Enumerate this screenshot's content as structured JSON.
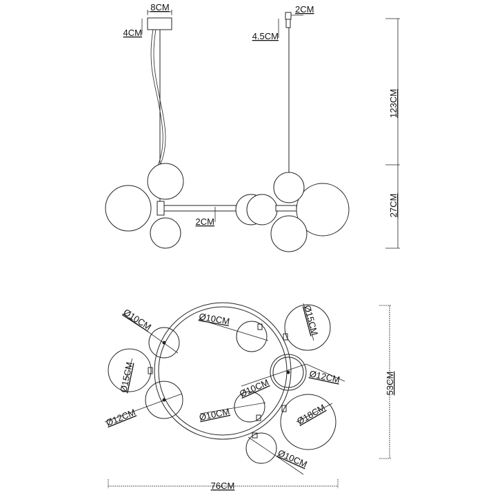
{
  "side_view": {
    "canopy_width": "8CM",
    "canopy_height": "4CM",
    "connector_width": "2CM",
    "connector_height": "4.5CM",
    "bar_thickness": "2CM",
    "suspension_height": "123CM",
    "body_height": "27CM"
  },
  "top_view": {
    "spheres": [
      "Ø10CM",
      "Ø15CM",
      "Ø12CM",
      "Ø10CM",
      "Ø15CM",
      "Ø12CM",
      "Ø10CM",
      "Ø10CM",
      "Ø18CM",
      "Ø10CM"
    ],
    "overall_width": "76CM",
    "overall_depth": "53CM"
  }
}
